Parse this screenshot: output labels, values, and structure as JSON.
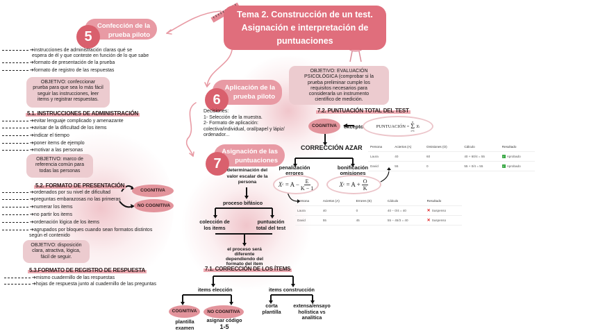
{
  "colors": {
    "title_bg": "#e06e7c",
    "pill_bg": "#e89aa4",
    "number_bg": "#d9606d",
    "objective_bg": "#eccbcf",
    "oval_bg": "#e3949c",
    "arrow": "#e89aa4"
  },
  "title": {
    "lines": [
      "Tema 2. Construcción de un test.",
      "Asignación e interpretación de",
      "puntuaciones"
    ]
  },
  "section5": {
    "number": "5",
    "title_lines": [
      "Confección de la",
      "prueba piloto"
    ],
    "items": [
      "instrucciones de administración claras       qué se",
      "espera de él y que conteste en función de lo que sabe",
      "formato de presentación de la prueba",
      "formato de registro de las respuestas"
    ],
    "objective": [
      "OBJETIVO: confeccionar",
      "prueba para que sea lo más fácil",
      "seguir las instrucciones, leer",
      "items y registrar respuestas."
    ],
    "sub1": {
      "heading": "5.1. INSTRUCCIONES DE ADMINISTRACIÓN",
      "items": [
        "evitar lenguaje complicado y amenazante",
        "avisar de la dificultad de los items",
        "indicar el tiempo",
        "poner items de ejemplo",
        "motivar a las personas"
      ],
      "objective": [
        "OBJETIVO: marco de",
        "referencia común para",
        "todas las personas"
      ]
    },
    "sub2": {
      "heading": "5.2. FORMATO DE PRESENTACIÓN",
      "items": [
        "ordenados por su nivel de dificultad",
        "preguntas embarazosas no las primeras",
        "numerar los items",
        "no partir los items",
        "ordenación lógica de los items",
        "agrupados por bloques cuando sean formatos distintos",
        "según el contenido"
      ],
      "ovals": [
        "COGNITIVA",
        "NO COGNITIVA"
      ],
      "objective": [
        "OBJETIVO: disposición",
        "clara, atractiva, lógica,",
        "fácil de seguir."
      ]
    },
    "sub3": {
      "heading": "5.3.FORMATO DE REGISTRO DE RESPUESTA",
      "items": [
        "mismo cuadernillo de las respuestas",
        "hojas de respuesta junto al cuadernillo de las preguntas"
      ]
    }
  },
  "section6": {
    "number": "6",
    "title_lines": [
      "Aplicación de la",
      "prueba piloto"
    ],
    "decisions": [
      "Decisiones:",
      "1- Selección de la muestra.",
      "2- Formato de aplicación:",
      "colectiva/individual, oral/papel y lápiz/",
      "ordenador..."
    ],
    "objective": [
      "OBJETIVO: EVALUACIÓN",
      "PSICOLÓGICA (comprobar si la",
      "prueba preliminar cumple los",
      "requisitos necesarios para",
      "considerarla un instrumento",
      "científico de medición."
    ]
  },
  "section7": {
    "number": "7",
    "title_lines": [
      "Asignación de las",
      "puntuaciones"
    ],
    "determination": [
      "determinación del",
      "valor escalar de la",
      "persona"
    ],
    "process": "proceso bifásico",
    "branches": [
      [
        "colección de",
        "los items"
      ],
      [
        "puntuación",
        "total del test"
      ]
    ],
    "note": [
      "el proceso será",
      "diferente",
      "dependiendo del",
      "formato del item"
    ],
    "sub71": {
      "heading": "7.1. CORRECCIÓN DE LOS ÍTEMS",
      "choice": "items elección",
      "construction": "items construcción",
      "ovals": [
        "COGNITIVA",
        "NO COGNITIVA"
      ],
      "cognitive_note": [
        "plantilla",
        "examen"
      ],
      "noncognitive_note": [
        "asignar código",
        "1-5"
      ],
      "short": [
        "corta",
        "plantilla"
      ],
      "long": [
        "extensa/ensayo",
        "holística vs",
        "analítica"
      ]
    },
    "sub72": {
      "heading": "7.2. PUNTUACIÓN TOTAL DEL TEST",
      "oval": "COGNITIVA",
      "except": "excepto",
      "formula": {
        "lhs": "PUNTUACIÓN =",
        "sum": "Σ",
        "top": "n",
        "bottom": "i=1",
        "term": "X",
        "sub": "i"
      },
      "chance": "CORRECCIÓN AZAR",
      "penalty": [
        "penalización",
        "errores"
      ],
      "bonus": [
        "bonificación",
        "omisiones"
      ],
      "penalty_formula": {
        "lhs": "X",
        "sub": "c",
        "eq": "= A −",
        "num": "E",
        "den": "K − 1"
      },
      "bonus_formula": {
        "lhs": "X",
        "sub": "c",
        "eq": "= A +",
        "num": "O",
        "den": "K"
      }
    }
  },
  "table_bonus": {
    "headers": [
      "Persona",
      "Aciertos (A)",
      "Omisiones (O)",
      "Cálculo",
      "Resultado"
    ],
    "rows": [
      [
        "Laura",
        "40",
        "60",
        "40 + 60/4 = 55",
        "Aprobado"
      ],
      [
        "David",
        "55",
        "0",
        "55 + 0/4 = 55",
        "Aprobado"
      ]
    ]
  },
  "table_penalty": {
    "headers": [
      "Persona",
      "Aciertos (A)",
      "Errores (E)",
      "Cálculo",
      "Resultado"
    ],
    "rows": [
      [
        "Laura",
        "40",
        "0",
        "40 − 0/4 = 40",
        "Suspenso"
      ],
      [
        "David",
        "55",
        "45",
        "55 − 45/3 = 40",
        "Suspenso"
      ]
    ]
  }
}
